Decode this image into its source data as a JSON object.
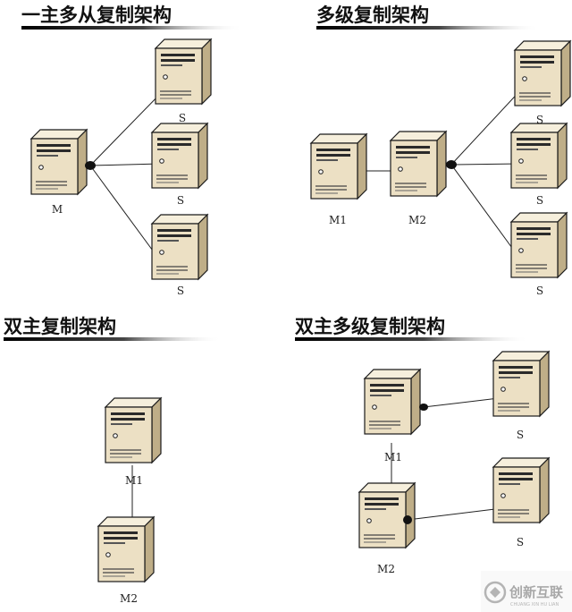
{
  "panels": {
    "one_master_multi_slave": {
      "title": "一主多从复制架构",
      "labels": {
        "master": "M",
        "slave_1": "S",
        "slave_2": "S",
        "slave_3": "S"
      }
    },
    "multi_level": {
      "title": "多级复制架构",
      "labels": {
        "master_1": "M1",
        "master_2": "M2",
        "slave_1": "S",
        "slave_2": "S",
        "slave_3": "S"
      }
    },
    "dual_master": {
      "title": "双主复制架构",
      "labels": {
        "master_1": "M1",
        "master_2": "M2"
      }
    },
    "dual_master_multi_level": {
      "title": "双主多级复制架构",
      "labels": {
        "master_1": "M1",
        "master_2": "M2",
        "slave_1": "S",
        "slave_2": "S"
      }
    }
  },
  "watermark": {
    "text": "创新互联",
    "subtext": "CHUANG XIN HU LIAN"
  },
  "colors": {
    "server_front": "#ece0c4",
    "server_side": "#bfae88",
    "server_top": "#f6efdc",
    "outline": "#1a1a1a",
    "connector": "#222222"
  }
}
